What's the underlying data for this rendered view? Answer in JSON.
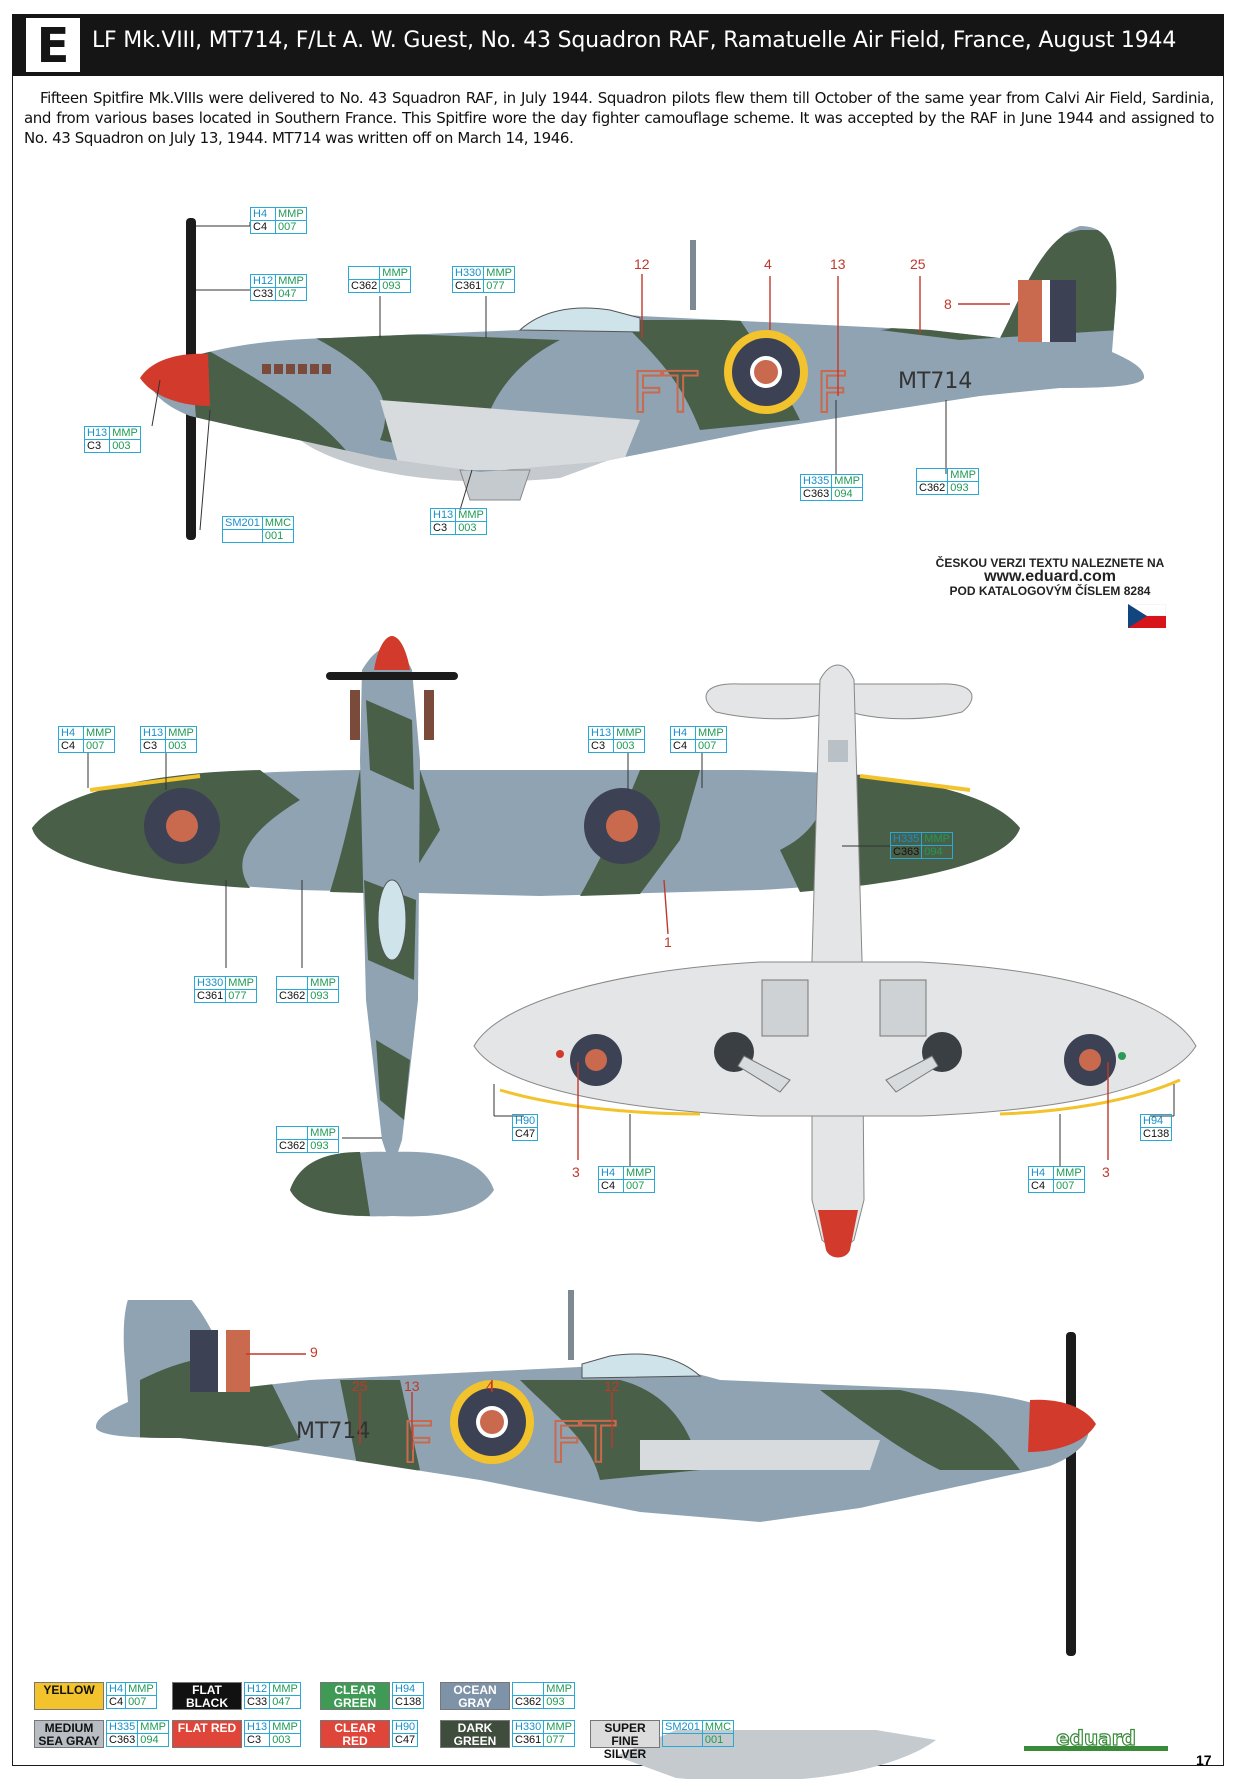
{
  "header": {
    "letter": "E",
    "title": "LF Mk.VIII, MT714, F/Lt A. W. Guest, No. 43 Squadron RAF, Ramatuelle Air Field, France, August 1944"
  },
  "description": "Fifteen Spitfire Mk.VIIIs were delivered to No. 43 Squadron RAF, in July 1944. Squadron pilots flew them till October of the same year from Calvi Air Field, Sardinia, and from various bases located in Southern France. This Spitfire wore the day fighter camouflage scheme. It was accepted by the RAF in June 1944 and assigned to No. 43 Squadron on July 13, 1944. MT714 was written off on March 14, 1946.",
  "czech_note": {
    "line1": "ČESKOU VERZI TEXTU NALEZNETE NA",
    "url": "www.eduard.com",
    "line2": "POD KATALOGOVÝM ČÍSLEM 8284"
  },
  "aircraft": {
    "serial": "MT714",
    "code_left": "FT",
    "code_right": "F"
  },
  "colors": {
    "dark_green": "#4a5f48",
    "ocean_gray": "#8fa3b3",
    "medium_sea_gray": "#b9c1c6",
    "flat_red": "#e0453a",
    "roundel_blue": "#3c4254",
    "roundel_red": "#c96a4e",
    "yellow": "#f2c32d",
    "underside": "#e3e5e6"
  },
  "tags": {
    "side1_prop": {
      "h": "H4",
      "m": "MMP",
      "c": "C4",
      "n": "007"
    },
    "side1_spinner_black": {
      "h": "H12",
      "m": "MMP",
      "c": "C33",
      "n": "047"
    },
    "side1_ocean_gray": {
      "h": "",
      "m": "MMP",
      "c": "C362",
      "n": "093"
    },
    "side1_dark_green": {
      "h": "H330",
      "m": "MMP",
      "c": "C361",
      "n": "077"
    },
    "side1_spinner_red": {
      "h": "H13",
      "m": "MMP",
      "c": "C3",
      "n": "003"
    },
    "side1_silver": {
      "h": "SM201",
      "m": "MMC",
      "c": "",
      "n": "001"
    },
    "side1_red_stripe": {
      "h": "H13",
      "m": "MMP",
      "c": "C3",
      "n": "003"
    },
    "side1_underside": {
      "h": "H335",
      "m": "MMP",
      "c": "C363",
      "n": "094"
    },
    "side1_tail_gray": {
      "h": "",
      "m": "MMP",
      "c": "C362",
      "n": "093"
    },
    "top_left_yellow": {
      "h": "H4",
      "m": "MMP",
      "c": "C4",
      "n": "007"
    },
    "top_left_red": {
      "h": "H13",
      "m": "MMP",
      "c": "C3",
      "n": "003"
    },
    "top_right_red": {
      "h": "H13",
      "m": "MMP",
      "c": "C3",
      "n": "003"
    },
    "top_right_yellow": {
      "h": "H4",
      "m": "MMP",
      "c": "C4",
      "n": "007"
    },
    "top_dark_green": {
      "h": "H330",
      "m": "MMP",
      "c": "C361",
      "n": "077"
    },
    "top_ocean_gray": {
      "h": "",
      "m": "MMP",
      "c": "C362",
      "n": "093"
    },
    "top_tail_gray": {
      "h": "",
      "m": "MMP",
      "c": "C362",
      "n": "093"
    },
    "bottom_underside": {
      "h": "H335",
      "m": "MMP",
      "c": "C363",
      "n": "094"
    },
    "bottom_red_light": {
      "h": "H90",
      "m": "",
      "c": "C47",
      "n": ""
    },
    "bottom_green_light": {
      "h": "H94",
      "m": "",
      "c": "C138",
      "n": ""
    },
    "bottom_left_yellow": {
      "h": "H4",
      "m": "MMP",
      "c": "C4",
      "n": "007"
    },
    "bottom_right_yellow": {
      "h": "H4",
      "m": "MMP",
      "c": "C4",
      "n": "007"
    }
  },
  "callouts": {
    "side1": [
      "12",
      "4",
      "13",
      "25",
      "8"
    ],
    "top": [
      "1"
    ],
    "bottom": [
      "3",
      "3"
    ],
    "side2": [
      "25",
      "13",
      "4",
      "12",
      "9"
    ]
  },
  "legend": [
    {
      "name": "YELLOW",
      "bg": "#f2c32d",
      "fg": "#111111",
      "h": "H4",
      "m": "MMP",
      "c": "C4",
      "n": "007"
    },
    {
      "name": "FLAT BLACK",
      "bg": "#111111",
      "fg": "#ffffff",
      "h": "H12",
      "m": "MMP",
      "c": "C33",
      "n": "047"
    },
    {
      "name": "CLEAR GREEN",
      "bg": "#3f9a55",
      "fg": "#ffffff",
      "h": "H94",
      "m": "",
      "c": "C138",
      "n": ""
    },
    {
      "name": "OCEAN GRAY",
      "bg": "#7e93a8",
      "fg": "#ffffff",
      "h": "",
      "m": "MMP",
      "c": "C362",
      "n": "093"
    },
    {
      "name": "MEDIUM SEA GRAY",
      "bg": "#b7bdc2",
      "fg": "#111111",
      "h": "H335",
      "m": "MMP",
      "c": "C363",
      "n": "094"
    },
    {
      "name": "FLAT RED",
      "bg": "#e0453a",
      "fg": "#ffffff",
      "h": "H13",
      "m": "MMP",
      "c": "C3",
      "n": "003"
    },
    {
      "name": "CLEAR RED",
      "bg": "#e0453a",
      "fg": "#ffffff",
      "h": "H90",
      "m": "",
      "c": "C47",
      "n": ""
    },
    {
      "name": "DARK GREEN",
      "bg": "#3e4d3c",
      "fg": "#ffffff",
      "h": "H330",
      "m": "MMP",
      "c": "C361",
      "n": "077"
    },
    {
      "name": "SUPER FINE SILVER",
      "bg": "#dcdcdc",
      "fg": "#111111",
      "h": "SM201",
      "m": "MMC",
      "c": "",
      "n": "001"
    }
  ],
  "footer": {
    "brand": "eduard",
    "page": "17"
  }
}
